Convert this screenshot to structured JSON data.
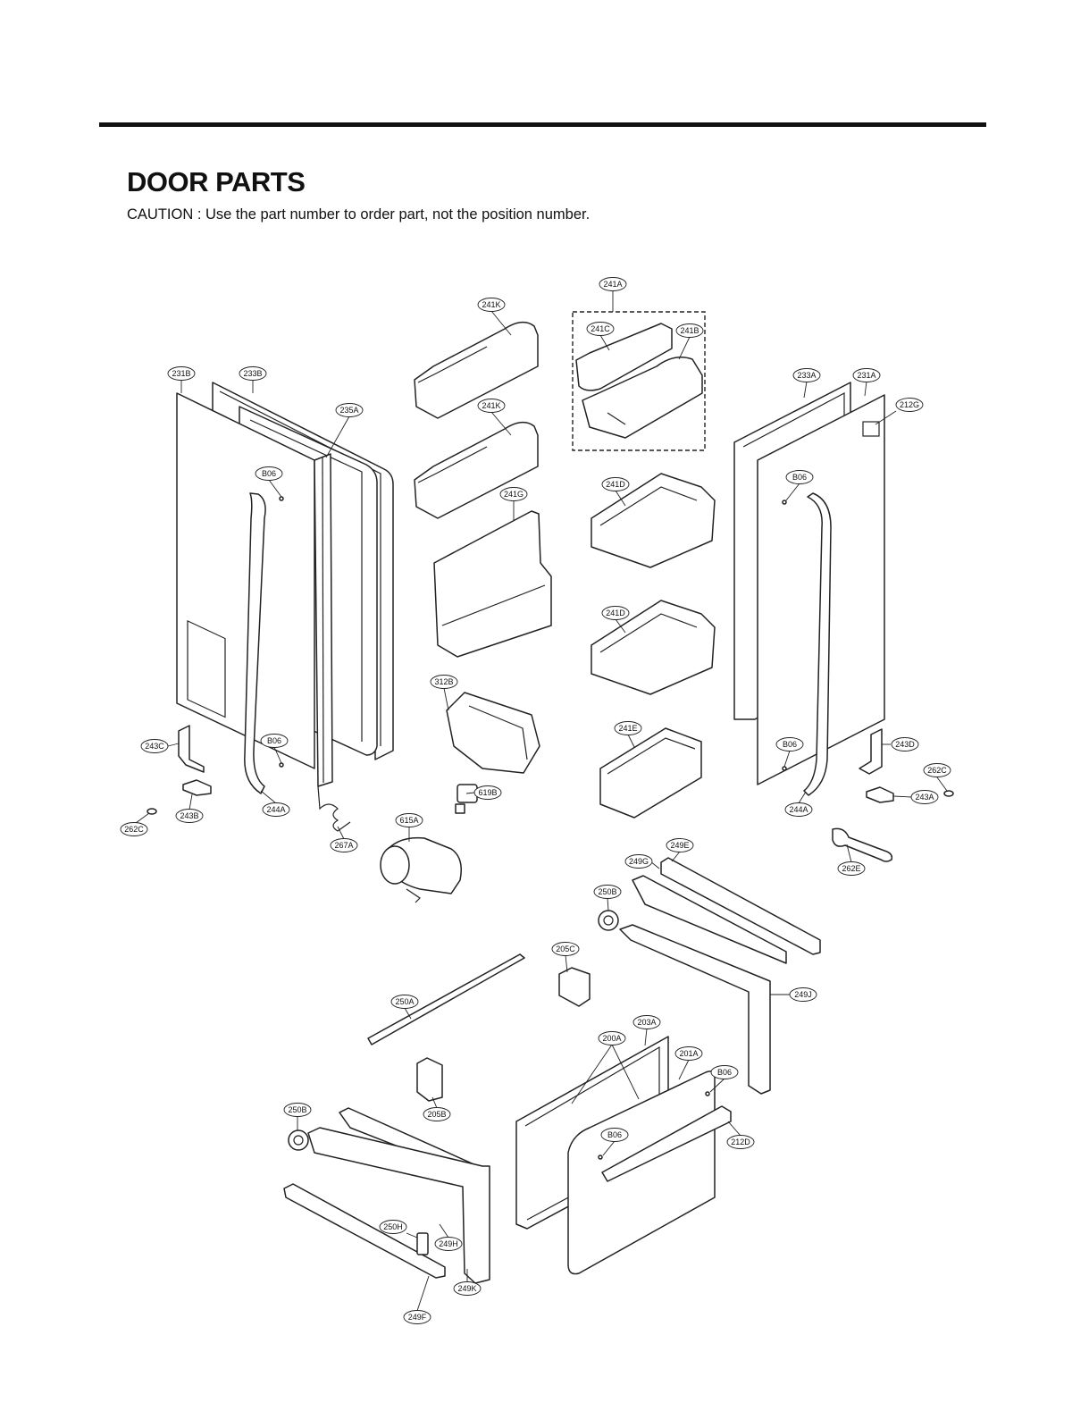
{
  "title": "DOOR PARTS",
  "caution": "CAUTION : Use the part number to order part, not the position number.",
  "callouts": [
    {
      "id": "241A",
      "label": "241A"
    },
    {
      "id": "241K-1",
      "label": "241K"
    },
    {
      "id": "241C",
      "label": "241C"
    },
    {
      "id": "241B",
      "label": "241B"
    },
    {
      "id": "231B",
      "label": "231B"
    },
    {
      "id": "233B",
      "label": "233B"
    },
    {
      "id": "235A",
      "label": "235A"
    },
    {
      "id": "241K-2",
      "label": "241K"
    },
    {
      "id": "233A",
      "label": "233A"
    },
    {
      "id": "231A",
      "label": "231A"
    },
    {
      "id": "212G",
      "label": "212G"
    },
    {
      "id": "B06-1",
      "label": "B06"
    },
    {
      "id": "241G",
      "label": "241G"
    },
    {
      "id": "241D-1",
      "label": "241D"
    },
    {
      "id": "B06-2",
      "label": "B06"
    },
    {
      "id": "241D-2",
      "label": "241D"
    },
    {
      "id": "312B",
      "label": "312B"
    },
    {
      "id": "241E",
      "label": "241E"
    },
    {
      "id": "243C",
      "label": "243C"
    },
    {
      "id": "B06-3",
      "label": "B06"
    },
    {
      "id": "B06-4",
      "label": "B06"
    },
    {
      "id": "243D",
      "label": "243D"
    },
    {
      "id": "262C-1",
      "label": "262C"
    },
    {
      "id": "619B",
      "label": "619B"
    },
    {
      "id": "243A",
      "label": "243A"
    },
    {
      "id": "243B",
      "label": "243B"
    },
    {
      "id": "244A-1",
      "label": "244A"
    },
    {
      "id": "244A-2",
      "label": "244A"
    },
    {
      "id": "262C-2",
      "label": "262C"
    },
    {
      "id": "615A",
      "label": "615A"
    },
    {
      "id": "267A",
      "label": "267A"
    },
    {
      "id": "249E",
      "label": "249E"
    },
    {
      "id": "249G",
      "label": "249G"
    },
    {
      "id": "262E",
      "label": "262E"
    },
    {
      "id": "250B-1",
      "label": "250B"
    },
    {
      "id": "205C",
      "label": "205C"
    },
    {
      "id": "249J",
      "label": "249J"
    },
    {
      "id": "250A",
      "label": "250A"
    },
    {
      "id": "203A",
      "label": "203A"
    },
    {
      "id": "200A",
      "label": "200A"
    },
    {
      "id": "201A",
      "label": "201A"
    },
    {
      "id": "B06-5",
      "label": "B06"
    },
    {
      "id": "205B",
      "label": "205B"
    },
    {
      "id": "250B-2",
      "label": "250B"
    },
    {
      "id": "B06-6",
      "label": "B06"
    },
    {
      "id": "212D",
      "label": "212D"
    },
    {
      "id": "250H",
      "label": "250H"
    },
    {
      "id": "249H",
      "label": "249H"
    },
    {
      "id": "249F",
      "label": "249F"
    },
    {
      "id": "249K",
      "label": "249K"
    }
  ]
}
